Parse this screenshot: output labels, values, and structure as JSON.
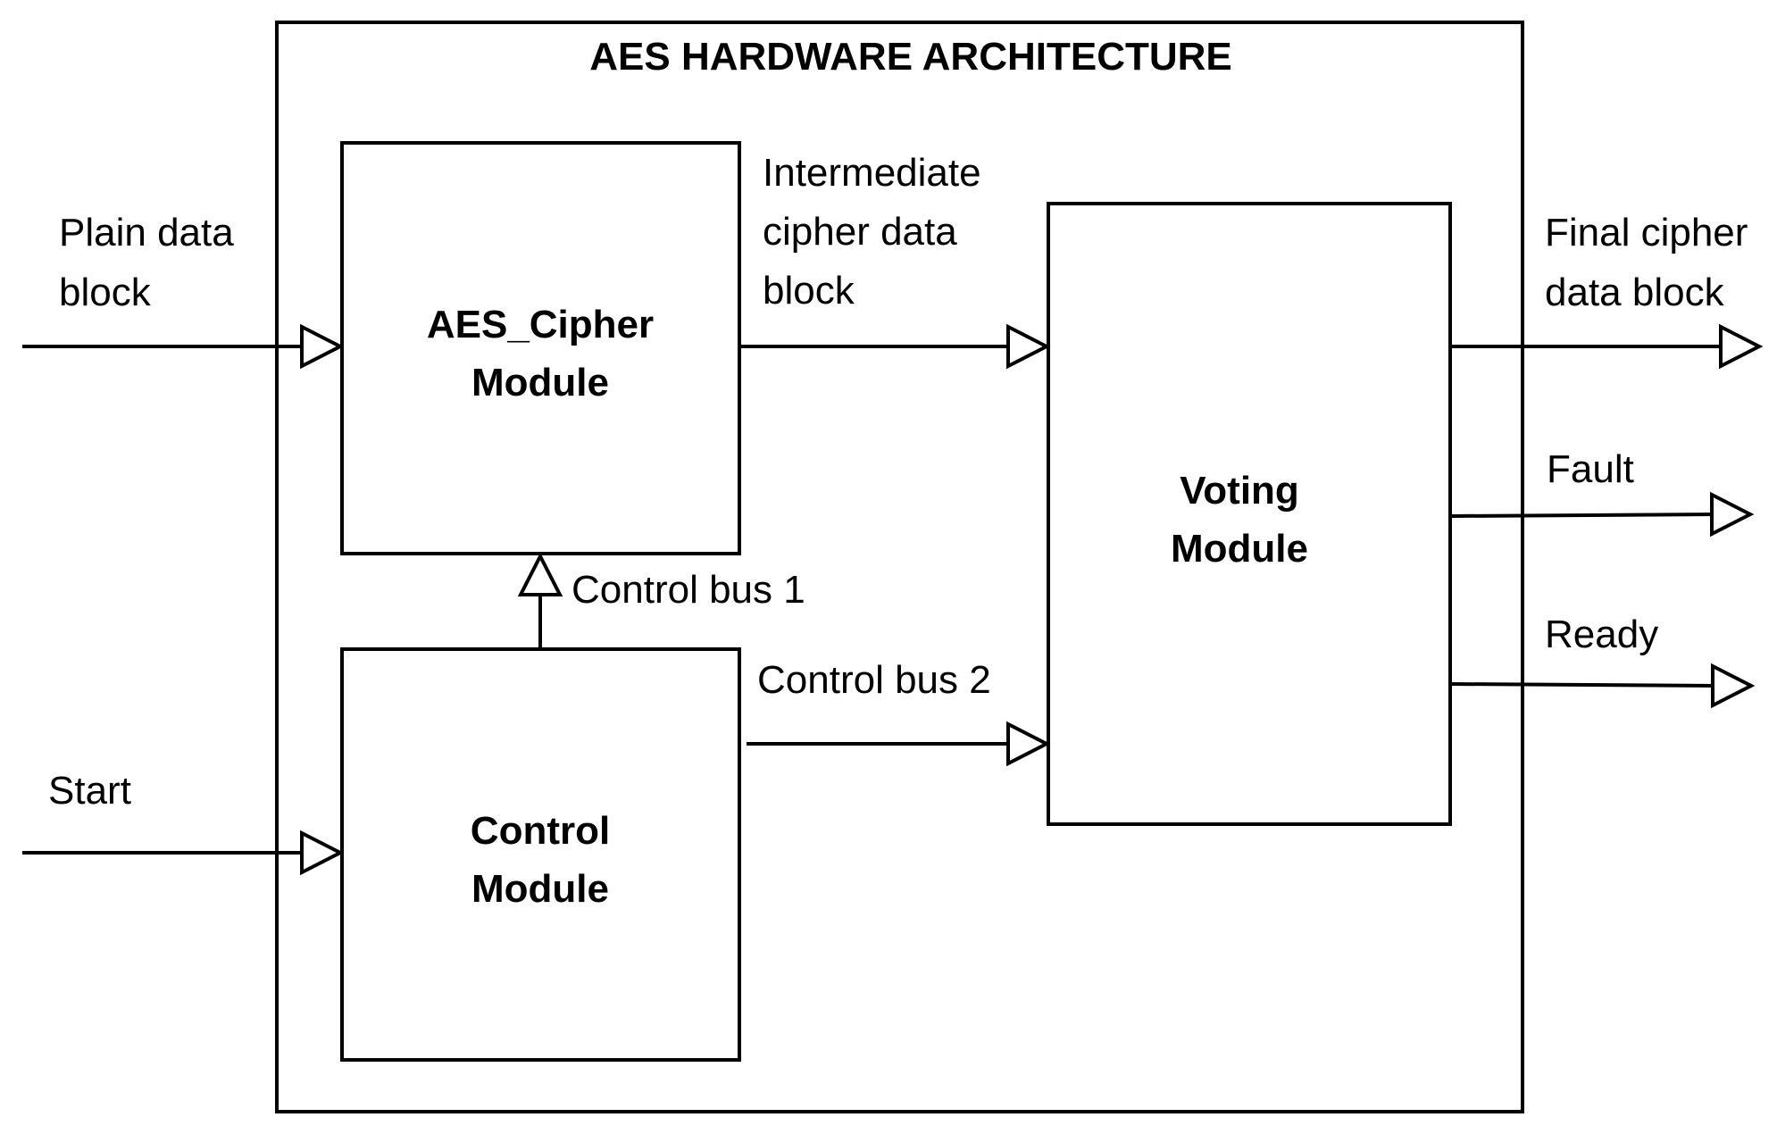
{
  "title": "AES HARDWARE ARCHITECTURE",
  "modules": {
    "aes_cipher": [
      "AES_Cipher",
      "Module"
    ],
    "control": [
      "Control",
      "Module"
    ],
    "voting": [
      "Voting",
      "Module"
    ]
  },
  "signals": {
    "plain_data": [
      "Plain data",
      "block"
    ],
    "start": "Start",
    "intermediate": [
      "Intermediate",
      "cipher data",
      "block"
    ],
    "control_bus_1": "Control bus 1",
    "control_bus_2": "Control bus 2",
    "final_cipher": [
      "Final cipher",
      "data block"
    ],
    "fault": "Fault",
    "ready": "Ready"
  }
}
